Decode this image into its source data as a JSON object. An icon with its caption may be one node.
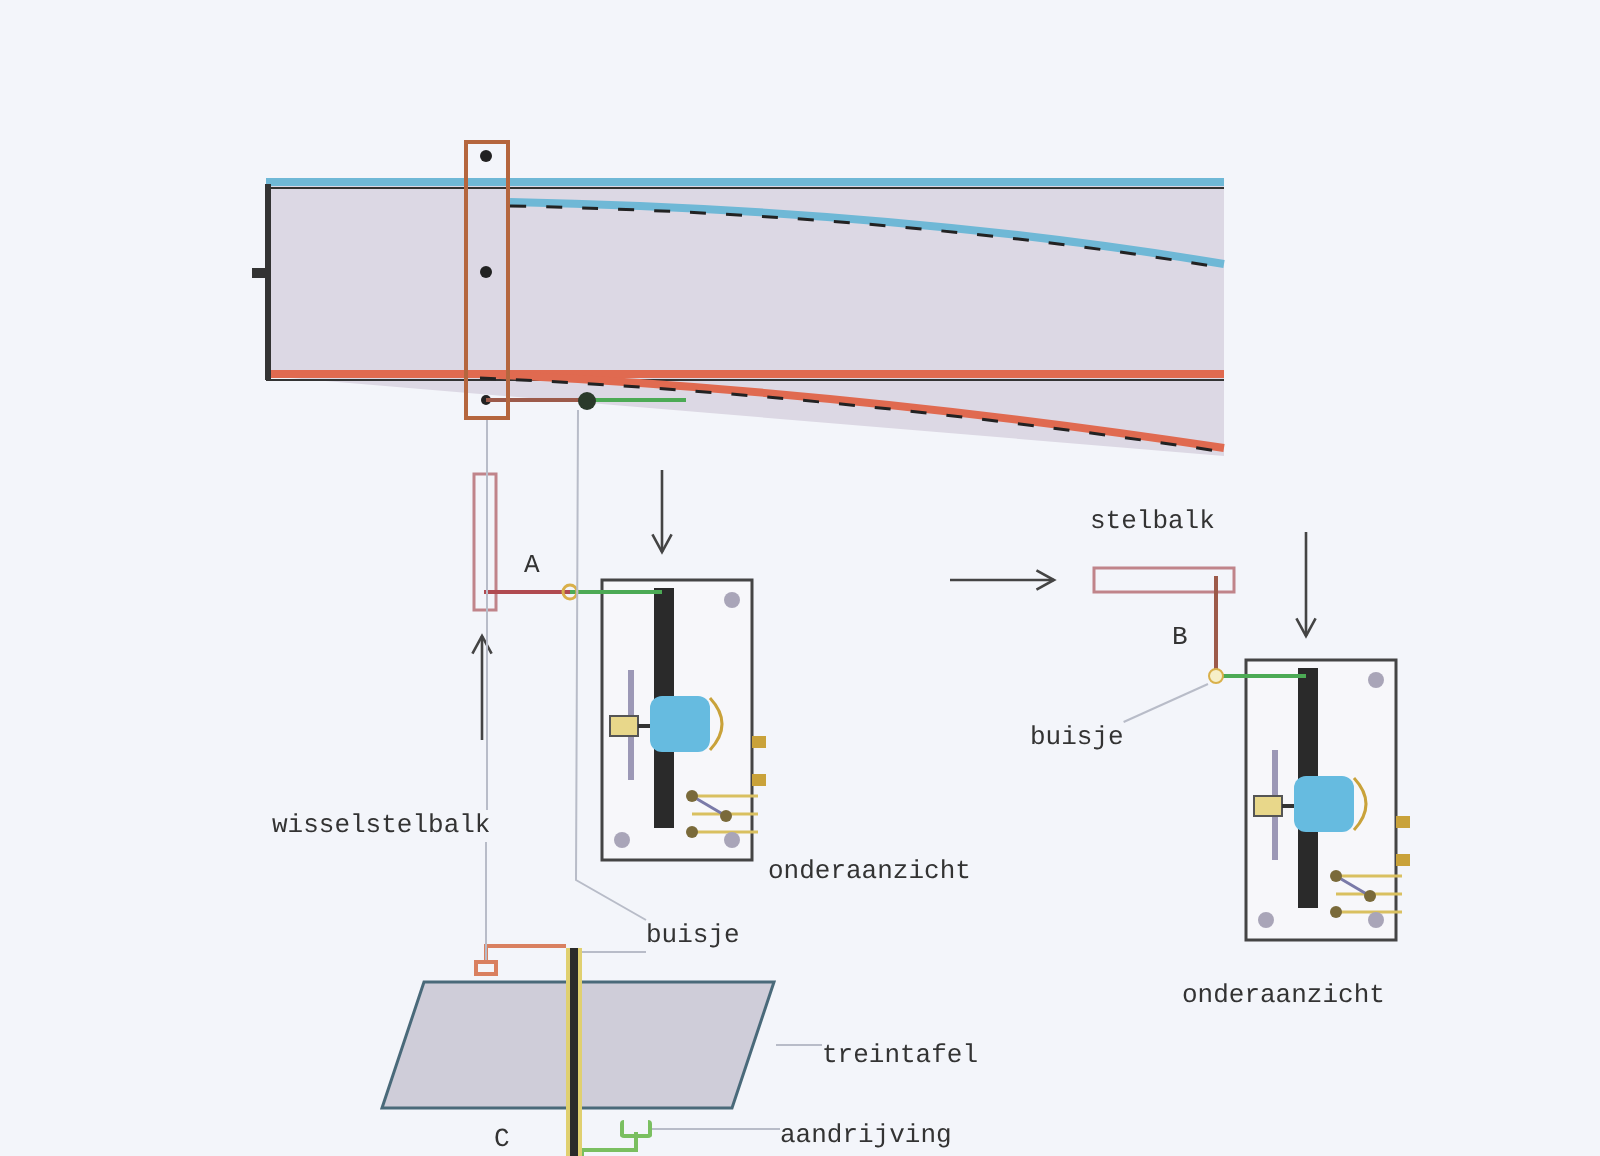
{
  "diagram": {
    "nodes": [
      {
        "text": [],
        "shape": "bar"
      },
      {
        "text": [],
        "shape": "circle"
      },
      {
        "text": [
          "buisje"
        ]
      },
      {
        "text": [],
        "shape": "circle"
      },
      {
        "text": [
          "wisselstelbalk"
        ]
      },
      {
        "text": [
          "buisje"
        ]
      },
      {
        "text": [],
        "shape": "bar"
      },
      {
        "text": [],
        "shape": "bar"
      },
      {
        "text": [],
        "shape": "box"
      },
      {
        "text": [
          "treintafel"
        ]
      },
      {
        "text": [
          "aandrijving"
        ]
      },
      {
        "text": [],
        "shape": "box"
      }
    ],
    "edges": [
      {
        "from": 4,
        "to": 0,
        "arrow": "none"
      },
      {
        "from": 4,
        "to": 6,
        "arrow": "none"
      },
      {
        "from": 5,
        "to": 1,
        "arrow": "none"
      },
      {
        "from": 5,
        "to": 7,
        "arrow": "none"
      },
      {
        "from": 2,
        "to": 3,
        "arrow": "none"
      },
      {
        "from": 9,
        "to": 8,
        "arrow": "none"
      },
      {
        "from": 10,
        "to": 11,
        "arrow": "none"
      }
    ],
    "labels": [
      "stelbalk",
      "A",
      "B",
      "onderaanzicht",
      "onderaanzicht",
      "C"
    ]
  }
}
